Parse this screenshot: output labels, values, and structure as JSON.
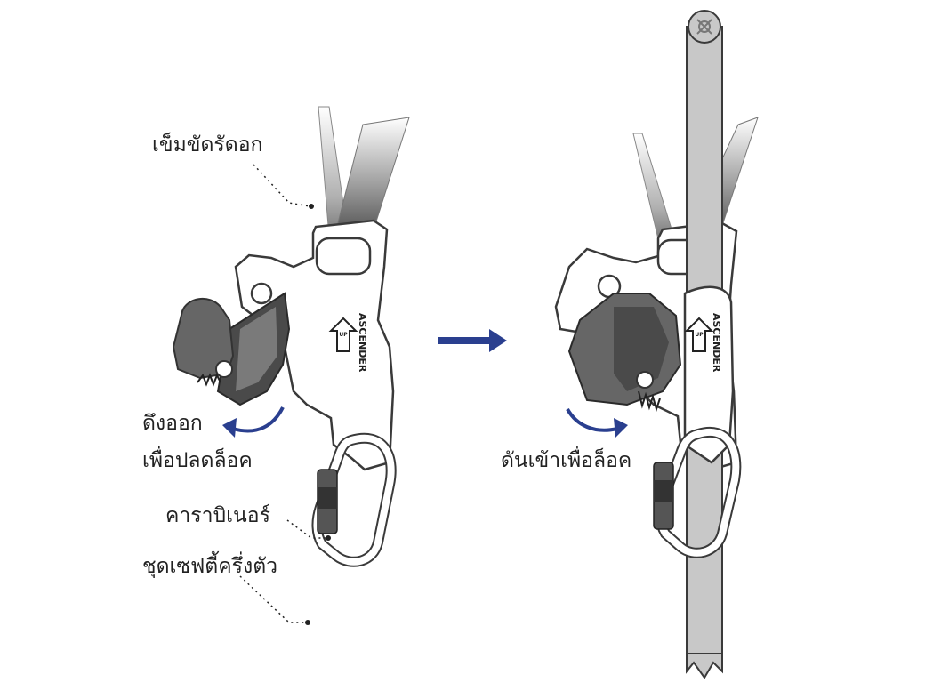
{
  "labels": {
    "chest_strap": "เข็มขัดรัดอก",
    "pull_out_line1": "ดึงออก",
    "pull_out_line2": "เพื่อปลดล็อค",
    "push_in": "ดันเข้าเพื่อล็อค",
    "carabiner": "คาราบิเนอร์",
    "harness": "ชุดเซฟตี้ครึ่งตัว"
  },
  "device": {
    "up_text": "UP",
    "brand_text": "ASCENDER"
  },
  "colors": {
    "arrow": "#2a3f8f",
    "outline": "#3a3a3a",
    "dark_part": "#555555",
    "rope": "#c8c8c8"
  },
  "icons": {
    "transition": "right-arrow-icon",
    "pull": "curved-arrow-left-icon",
    "push": "curved-arrow-right-icon"
  }
}
